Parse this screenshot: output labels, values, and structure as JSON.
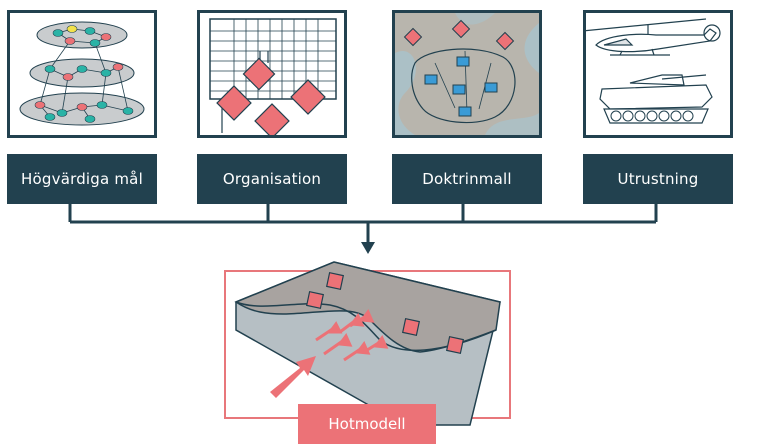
{
  "inputs": [
    {
      "label": "Högvärdiga mål",
      "illustration": "network-layers-icon"
    },
    {
      "label": "Organisation",
      "illustration": "org-chart-icon"
    },
    {
      "label": "Doktrinmall",
      "illustration": "terrain-map-icon"
    },
    {
      "label": "Utrustning",
      "illustration": "helicopter-tank-icon"
    }
  ],
  "output": {
    "label": "Hotmodell",
    "illustration": "threat-map-icon"
  },
  "colors": {
    "navy": "#22414f",
    "threat_red": "#ec7277",
    "unit_blue": "#3a9bd6",
    "node_teal": "#2ab3a6"
  }
}
